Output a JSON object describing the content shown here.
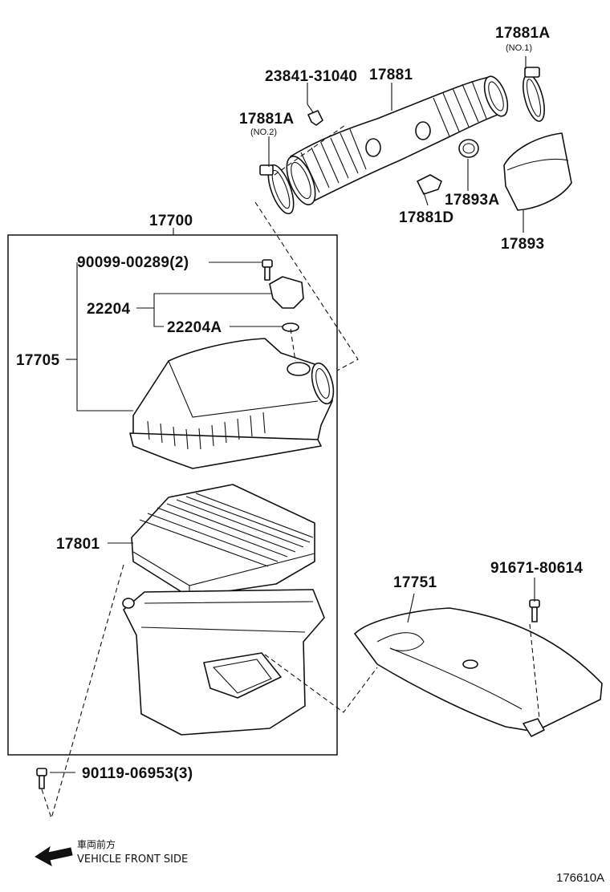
{
  "labels": {
    "clip_part": "23841-31040",
    "hose": "17881",
    "clamp_no1": "17881A",
    "clamp_no1_note": "(NO.1)",
    "clamp_no2": "17881A",
    "clamp_no2_note": "(NO.2)",
    "hose_clamp": "17893A",
    "elbow": "17881D",
    "resonator": "17893",
    "assembly": "17700",
    "screw_top": "90099-00289(2)",
    "sensor": "22204",
    "gasket": "22204A",
    "cap": "17705",
    "element": "17801",
    "duct": "17751",
    "bolt_duct": "91671-80614",
    "bolt_case": "90119-06953(3)"
  },
  "direction": {
    "japanese": "車両前方",
    "english": "VEHICLE FRONT SIDE",
    "icon": "arrow-left-icon"
  },
  "figure_number": "176610A"
}
